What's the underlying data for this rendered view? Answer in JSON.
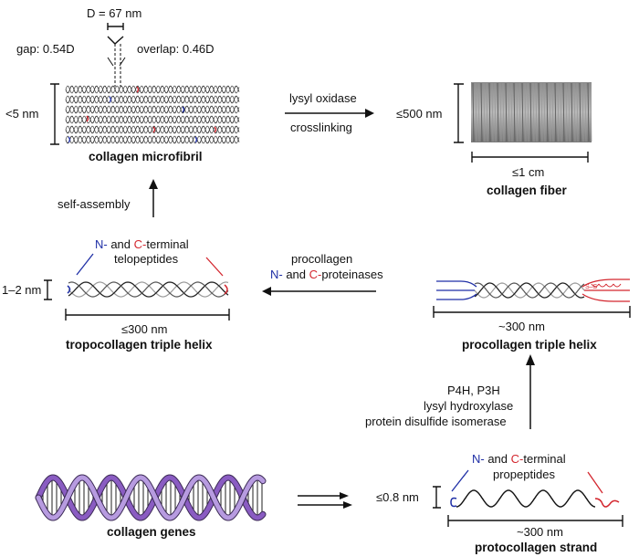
{
  "microfibril": {
    "period_label": "D = 67 nm",
    "gap_label": "gap: 0.54D",
    "overlap_label": "overlap: 0.46D",
    "height_label": "<5 nm",
    "caption": "collagen microfibril"
  },
  "crosslink_step": {
    "line1": "lysyl oxidase",
    "line2": "crosslinking"
  },
  "fiber": {
    "height_label": "≤500 nm",
    "length_label": "≤1 cm",
    "caption": "collagen fiber"
  },
  "self_assembly": {
    "label": "self-assembly"
  },
  "tropocollagen": {
    "terminal_n": "N-",
    "terminal_mid": " and ",
    "terminal_c": "C-",
    "terminal_rest": "terminal",
    "terminal_line2": "telopeptides",
    "height_label": "1–2 nm",
    "length_label": "≤300 nm",
    "caption": "tropocollagen triple helix"
  },
  "proteinase_step": {
    "line1": "procollagen",
    "n": "N-",
    "mid": " and ",
    "c": "C-",
    "rest": "proteinases"
  },
  "procollagen": {
    "length_label": "~300 nm",
    "caption": "procollagen triple helix",
    "ss_label": "S–S"
  },
  "modification_step": {
    "line1": "P4H, P3H",
    "line2": "lysyl hydroxylase",
    "line3": "protein disulfide isomerase"
  },
  "genes": {
    "caption": "collagen genes"
  },
  "protocollagen": {
    "n": "N-",
    "mid": " and ",
    "c": "C-",
    "rest": "terminal",
    "line2": "propeptides",
    "height_label": "≤0.8 nm",
    "length_label": "~300 nm",
    "caption": "protocollagen strand"
  },
  "colors": {
    "n_terminal": "#1f2fa6",
    "c_terminal": "#d3262e",
    "dna_strand": "#8a5cc2",
    "helix_light": "#9a9a9a",
    "helix_dark": "#222222"
  }
}
